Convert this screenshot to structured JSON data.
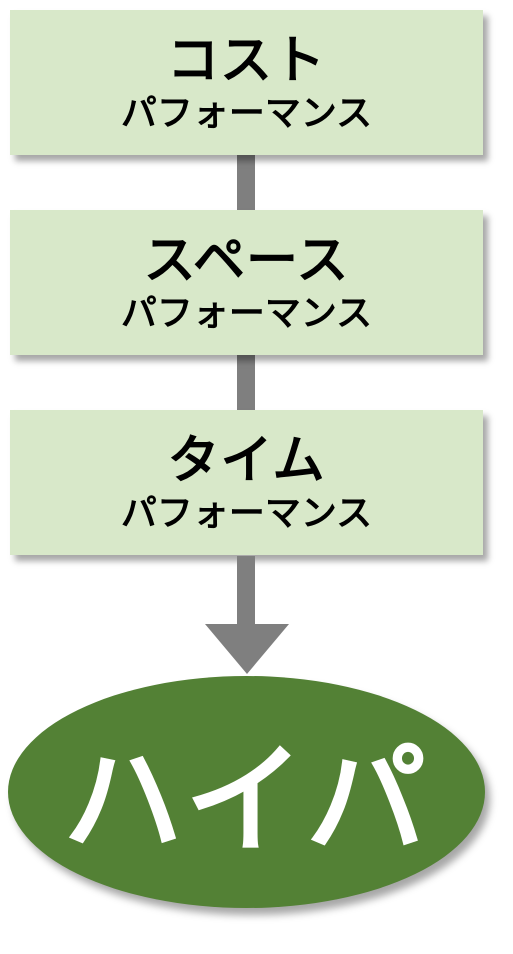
{
  "boxes": [
    {
      "title": "コスト",
      "subtitle": "パフォーマンス"
    },
    {
      "title": "スペース",
      "subtitle": "パフォーマンス"
    },
    {
      "title": "タイム",
      "subtitle": "パフォーマンス"
    }
  ],
  "result": {
    "label": "ハイパ"
  },
  "colors": {
    "box_fill": "#d8e8c9",
    "connector": "#7f7f7f",
    "ellipse_fill": "#538135",
    "ellipse_text": "#ffffff",
    "box_text": "#000000"
  }
}
